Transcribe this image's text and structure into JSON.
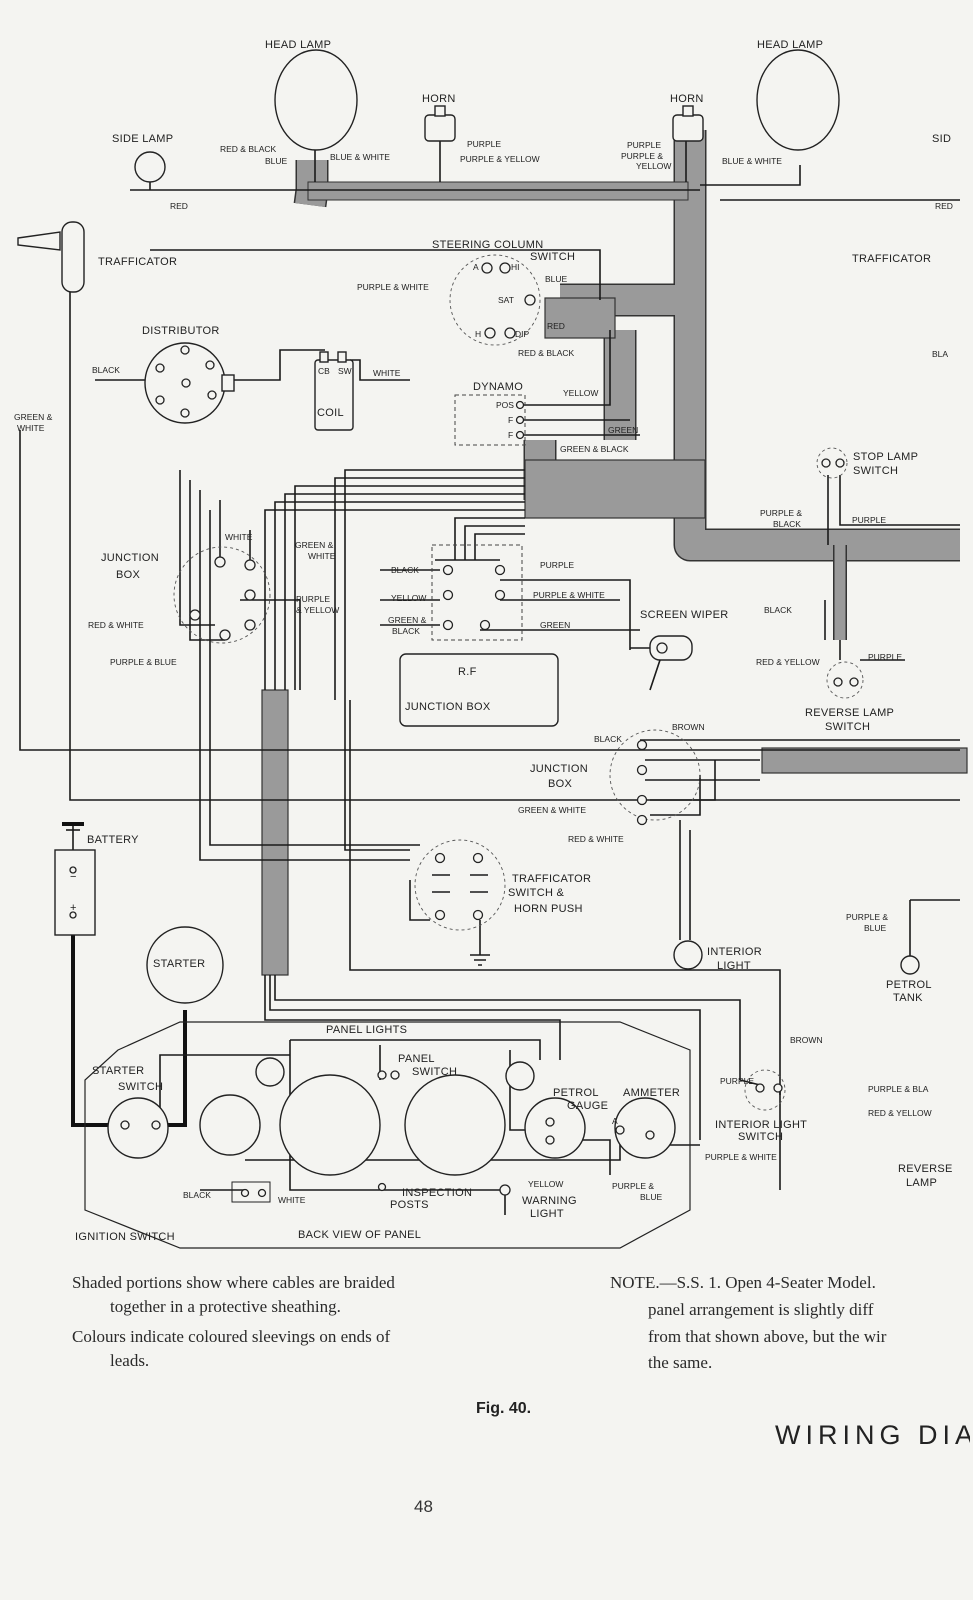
{
  "diagram": {
    "components": {
      "head_lamp_left": "HEAD LAMP",
      "head_lamp_right": "HEAD LAMP",
      "side_lamp_left": "SIDE LAMP",
      "side_lamp_right": "SID",
      "horn_left": "HORN",
      "horn_right": "HORN",
      "trafficator_left": "TRAFFICATOR",
      "trafficator_right": "TRAFFICATOR",
      "steering_column_switch_1": "STEERING COLUMN",
      "steering_column_switch_2": "SWITCH",
      "distributor": "DISTRIBUTOR",
      "coil": "COIL",
      "dynamo": "DYNAMO",
      "junction_box_left_1": "JUNCTION",
      "junction_box_left_2": "BOX",
      "rf_junction_box_1": "R.F",
      "rf_junction_box_2": "JUNCTION BOX",
      "screen_wiper": "SCREEN WIPER",
      "stop_lamp_switch_1": "STOP LAMP",
      "stop_lamp_switch_2": "SWITCH",
      "reverse_lamp_switch_1": "REVERSE LAMP",
      "reverse_lamp_switch_2": "SWITCH",
      "junction_box_rear_1": "JUNCTION",
      "junction_box_rear_2": "BOX",
      "battery": "BATTERY",
      "trafficator_switch_1": "TRAFFICATOR",
      "trafficator_switch_2": "SWITCH  &",
      "trafficator_switch_3": "HORN PUSH",
      "interior_light_1": "INTERIOR",
      "interior_light_2": "LIGHT",
      "starter": "STARTER",
      "petrol_tank_1": "PETROL",
      "petrol_tank_2": "TANK",
      "starter_switch_1": "STARTER",
      "starter_switch_2": "SWITCH",
      "panel_lights": "PANEL LIGHTS",
      "panel_switch_1": "PANEL",
      "panel_switch_2": "SWITCH",
      "petrol_gauge_1": "PETROL",
      "petrol_gauge_2": "GAUGE",
      "ammeter": "AMMETER",
      "interior_light_switch_1": "INTERIOR LIGHT",
      "interior_light_switch_2": "SWITCH",
      "inspection_posts_1": "INSPECTION",
      "inspection_posts_2": "POSTS",
      "warning_light_1": "WARNING",
      "warning_light_2": "LIGHT",
      "reverse_lamp_1": "REVERSE",
      "reverse_lamp_2": "LAMP",
      "ignition_switch": "IGNITION  SWITCH",
      "back_view_of_panel": "BACK  VIEW  OF  PANEL"
    },
    "wires": {
      "red_black": "RED & BLACK",
      "blue": "BLUE",
      "blue_white_l": "BLUE & WHITE",
      "purple_l": "PURPLE",
      "purple_yellow_l": "PURPLE & YELLOW",
      "purple_r": "PURPLE",
      "purple_r2": "PURPLE &",
      "yellow_r": "YELLOW",
      "blue_white_r": "BLUE & WHITE",
      "red_top": "RED",
      "red_right": "RED",
      "purple_white_sc": "PURPLE & WHITE",
      "blue_sc": "BLUE",
      "red_sc": "RED",
      "red_black_sc": "RED & BLACK",
      "black_dist": "BLACK",
      "white_coil": "WHITE",
      "green_white_l1": "GREEN &",
      "green_white_l2": "WHITE",
      "yellow_dyn": "YELLOW",
      "green_dyn": "GREEN",
      "green_black_dyn": "GREEN & BLACK",
      "bla_right": "BLA",
      "purple_black_1": "PURPLE &",
      "purple_black_2": "BLACK",
      "purple_stop": "PURPLE",
      "white_jb": "WHITE",
      "green_white_jb1": "GREEN &",
      "green_white_jb2": "WHITE",
      "purple_yellow_jb1": "PURPLE",
      "purple_yellow_jb2": "& YELLOW",
      "red_white_jb": "RED & WHITE",
      "purple_blue_jb": "PURPLE & BLUE",
      "black_rf": "BLACK",
      "yellow_rf": "YELLOW",
      "green_black_rf1": "GREEN &",
      "green_black_rf2": "BLACK",
      "purple_rf": "PURPLE",
      "purple_white_rf": "PURPLE & WHITE",
      "green_rf": "GREEN",
      "black_wiper": "BLACK",
      "red_yellow_rev": "RED & YELLOW",
      "purple_rev": "PURPLE",
      "black_rear": "BLACK",
      "brown_rear": "BROWN",
      "green_white_rear": "GREEN & WHITE",
      "red_white_rear": "RED & WHITE",
      "purple_blue_tank1": "PURPLE &",
      "purple_blue_tank2": "BLUE",
      "brown_il": "BROWN",
      "purple_il": "PURPLE",
      "purple_white_il": "PURPLE & WHITE",
      "purple_black_rev": "PURPLE & BLA",
      "red_yellow_rev2": "RED & YELLOW",
      "black_ign": "BLACK",
      "white_ign": "WHITE",
      "yellow_warn": "YELLOW",
      "purple_blue_amm1": "PURPLE &",
      "purple_blue_amm2": "BLUE"
    },
    "terminals": {
      "hi": "HI",
      "a": "A",
      "sat": "SAT",
      "h": "H",
      "dip": "DIP",
      "cb": "CB",
      "sw": "SW",
      "pos": "POS",
      "f1": "F",
      "f2": "F",
      "a_amm": "A",
      "plus_battery": "+",
      "minus_battery": "−"
    }
  },
  "notes": {
    "left_1": "Shaded portions show where cables are braided",
    "left_2": "together in a protective sheathing.",
    "left_3": "Colours indicate coloured sleevings on ends of",
    "left_4": "leads.",
    "right_1": "NOTE.—S.S. 1. Open 4-Seater Model.",
    "right_2": "panel  arrangement  is  slightly  diff",
    "right_3": "from that shown above, but the wir",
    "right_4": "the same."
  },
  "figure_label": "Fig. 40.",
  "title": "WIRING  DIA",
  "page_number": "48"
}
